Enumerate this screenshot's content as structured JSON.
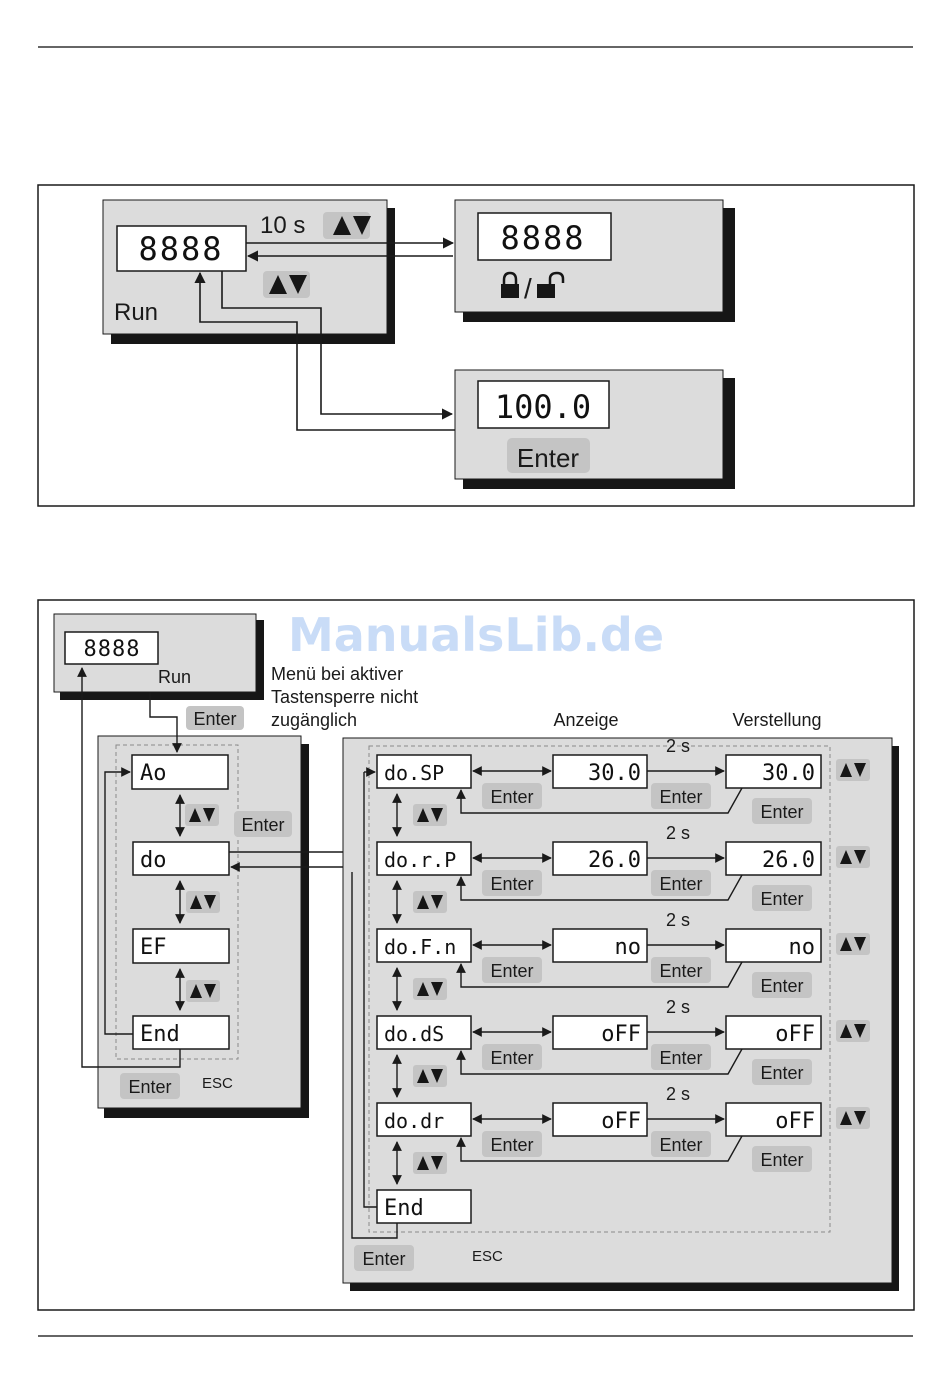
{
  "colors": {
    "panel": "#dcdcdc",
    "shadow": "#161616",
    "line": "#1a1a1a",
    "key": "#c4c4c4",
    "dashed": "#8a8a8a",
    "watermark": "#c9dcf7"
  },
  "icons": [
    "up-down-arrows-icon",
    "lock-closed-icon",
    "lock-open-icon"
  ],
  "watermark": "ManualsLib.de",
  "fig1": {
    "run_display": "8888",
    "run_label": "Run",
    "timer_label": "10 s",
    "lock_display": "8888",
    "lock_separator": "/",
    "value_display": "100.0",
    "enter_key": "Enter"
  },
  "fig2": {
    "run_display": "8888",
    "run_label": "Run",
    "note_lines": [
      "Menü bei aktiver",
      "Tastensperre nicht",
      "zugänglich"
    ],
    "col_anzeige": "Anzeige",
    "col_verstellung": "Verstellung",
    "enter_key": "Enter",
    "esc_label": "ESC",
    "menu_items": [
      "Ao",
      "do",
      "EF",
      "End"
    ],
    "submenu": [
      {
        "param": "do.SP",
        "anzeige": "30.0",
        "verstellung": "30.0",
        "delay": "2 s"
      },
      {
        "param": "do.r.P",
        "anzeige": "26.0",
        "verstellung": "26.0",
        "delay": "2 s"
      },
      {
        "param": "do.F.n",
        "anzeige": "no",
        "verstellung": "no",
        "delay": "2 s"
      },
      {
        "param": "do.dS",
        "anzeige": "oFF",
        "verstellung": "oFF",
        "delay": "2 s"
      },
      {
        "param": "do.dr",
        "anzeige": "oFF",
        "verstellung": "oFF",
        "delay": "2 s"
      }
    ],
    "submenu_end": "End"
  }
}
